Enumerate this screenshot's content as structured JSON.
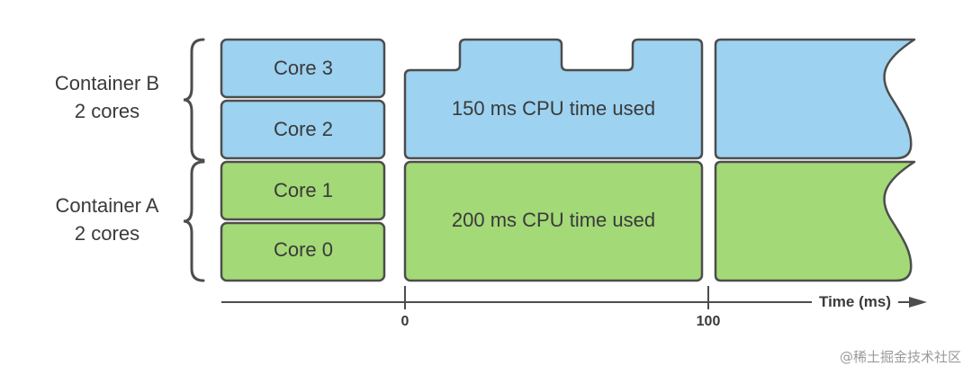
{
  "colors": {
    "container_b": "#9dd2f0",
    "container_a": "#a3d977",
    "stroke": "#4d4d4d",
    "text": "#3a3a3a"
  },
  "groups": [
    {
      "name": "Container B",
      "cores_label": "2 cores"
    },
    {
      "name": "Container A",
      "cores_label": "2 cores"
    }
  ],
  "cores": [
    "Core 3",
    "Core 2",
    "Core 1",
    "Core 0"
  ],
  "usage": {
    "container_b": "150 ms CPU time used",
    "container_a": "200 ms CPU time used"
  },
  "axis": {
    "label": "Time (ms)",
    "ticks": [
      "0",
      "100"
    ]
  },
  "watermark": "@稀土掘金技术社区"
}
